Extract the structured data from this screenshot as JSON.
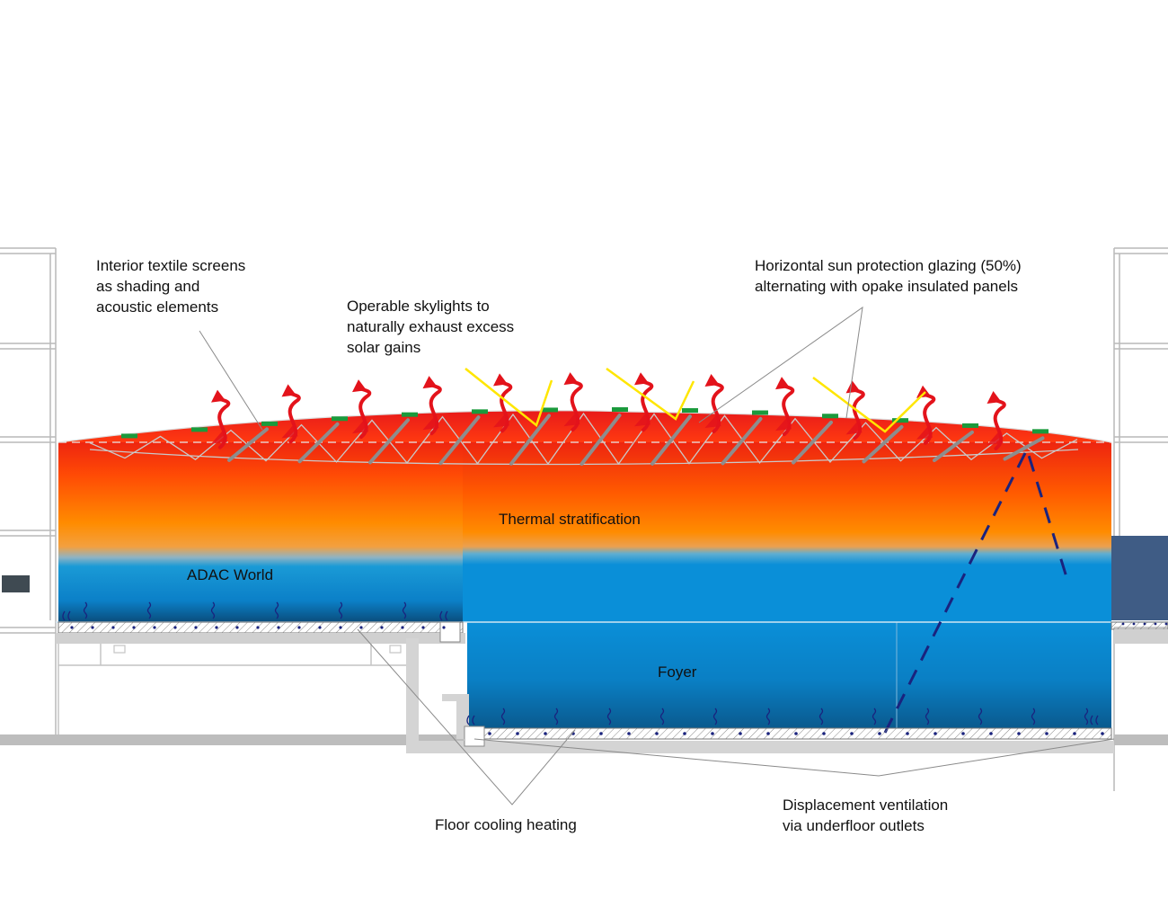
{
  "labels": {
    "textile_screens": "Interior textile screens\nas shading and\nacoustic elements",
    "skylights": "Operable skylights to\nnaturally exhaust excess\nsolar gains",
    "sun_glazing": "Horizontal sun protection glazing (50%)\nalternating with opake insulated panels",
    "floor_cooling": "Floor cooling heating",
    "displacement_ventilation": "Displacement ventilation\nvia underfloor outlets"
  },
  "zones": {
    "thermal_stratification": "Thermal stratification",
    "adac_world": "ADAC World",
    "foyer": "Foyer"
  },
  "colors": {
    "hot_top": "#f02a12",
    "warm_mid": "#ff8a00",
    "cool_band": "#1f9bd8",
    "cool_floor": "#0a5c93",
    "sun_ray": "#ffe600",
    "exhaust_arrow": "#e3131b",
    "glazing_panel": "#1a9a3c",
    "sun_angle_line": "#1a237e",
    "structure": "#b5b5b5",
    "leader_line": "#7a7a7a"
  }
}
